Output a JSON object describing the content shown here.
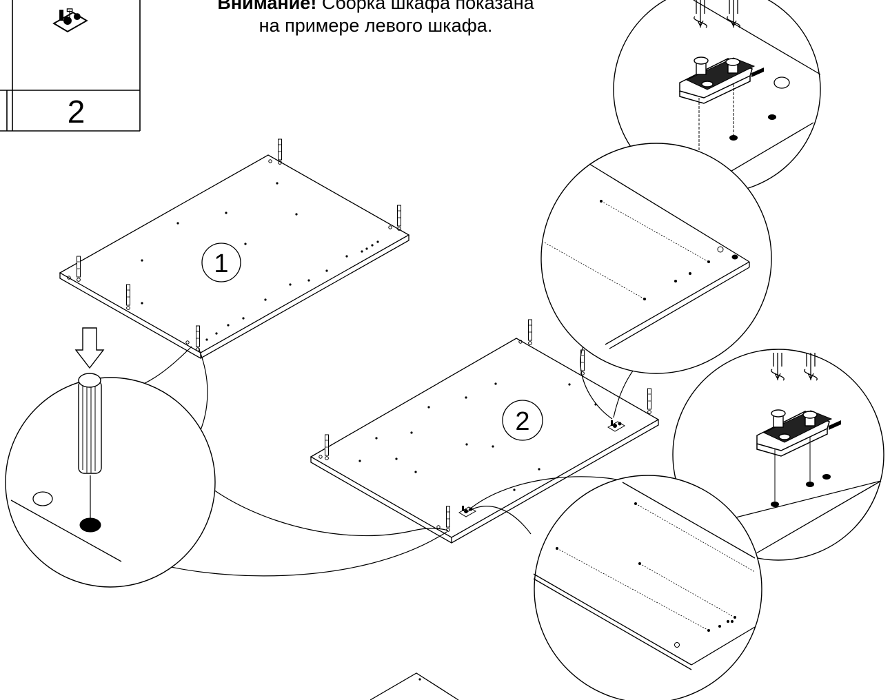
{
  "header_note": {
    "bold": "Внимание!",
    "line1_rest": " Сборка шкафа показана",
    "line2": "на примере левого шкафа."
  },
  "parts_table": {
    "quantity": "2",
    "part_icon": "hinge-plate-icon"
  },
  "panels": [
    {
      "label": "1"
    },
    {
      "label": "2"
    }
  ],
  "colors": {
    "ink": "#000000",
    "paper": "#ffffff"
  }
}
